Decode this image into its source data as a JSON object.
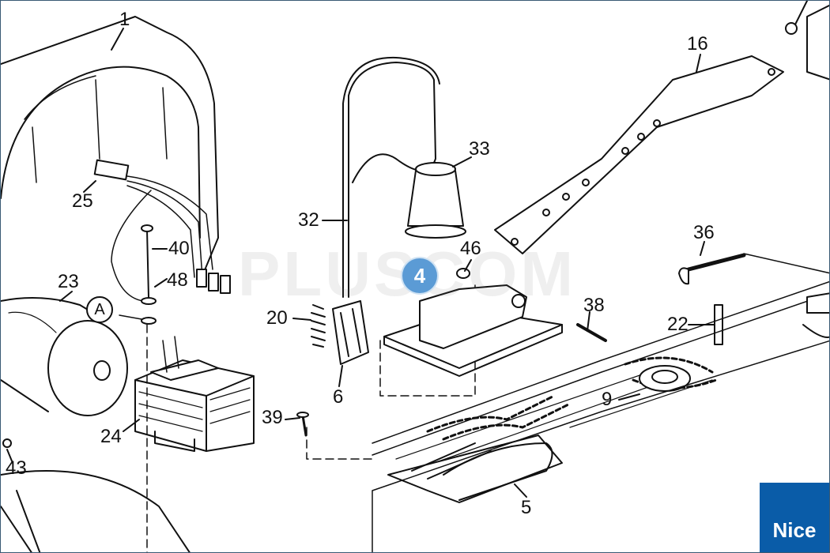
{
  "diagram": {
    "part_labels": {
      "p1": "1",
      "p16": "16",
      "p25": "25",
      "p33": "33",
      "p32": "32",
      "p40": "40",
      "p48": "48",
      "p23": "23",
      "p46": "46",
      "p36": "36",
      "p38": "38",
      "p20": "20",
      "p22": "22",
      "p9": "9",
      "p6": "6",
      "p24": "24",
      "p39": "39",
      "p43": "43",
      "p5": "5"
    },
    "detail_marker": "A",
    "step_callout": "4",
    "watermark": "PLUSCOM",
    "brand_badge": "Nice",
    "colors": {
      "line": "#111111",
      "callout": "#5b9bd5",
      "brand": "#0a5ca8"
    }
  }
}
